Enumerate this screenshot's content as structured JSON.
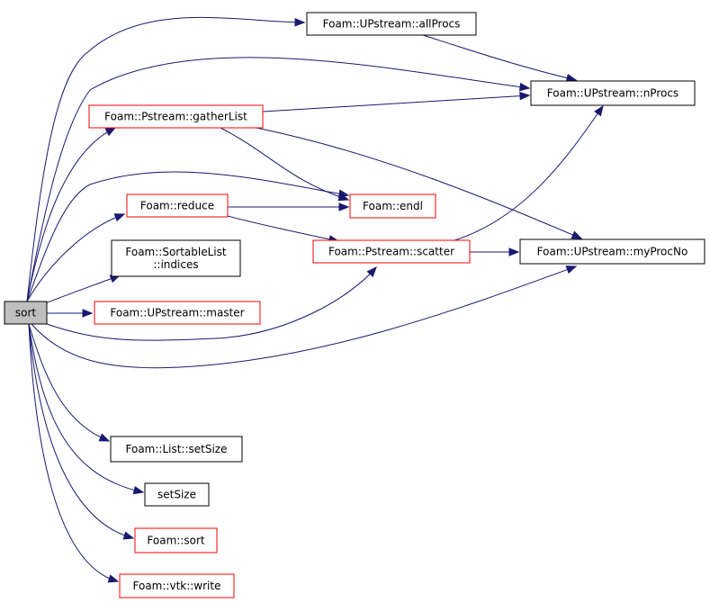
{
  "colors": {
    "edge": "#191970",
    "border_documented": "#000000",
    "border_undocumented": "#ff0000",
    "root_fill": "#bfbfbf",
    "node_fill": "#ffffff"
  },
  "nodes": [
    {
      "id": "sort_root",
      "lines": [
        "sort"
      ],
      "style": "root"
    },
    {
      "id": "allProcs",
      "lines": [
        "Foam::UPstream::allProcs"
      ],
      "style": "black"
    },
    {
      "id": "nProcs",
      "lines": [
        "Foam::UPstream::nProcs"
      ],
      "style": "black"
    },
    {
      "id": "gatherList",
      "lines": [
        "Foam::Pstream::gatherList"
      ],
      "style": "red"
    },
    {
      "id": "reduce",
      "lines": [
        "Foam::reduce"
      ],
      "style": "red"
    },
    {
      "id": "endl",
      "lines": [
        "Foam::endl"
      ],
      "style": "red"
    },
    {
      "id": "scatter",
      "lines": [
        "Foam::Pstream::scatter"
      ],
      "style": "red"
    },
    {
      "id": "myProcNo",
      "lines": [
        "Foam::UPstream::myProcNo"
      ],
      "style": "black"
    },
    {
      "id": "indices",
      "lines": [
        "Foam::SortableList",
        "::indices"
      ],
      "style": "black"
    },
    {
      "id": "master",
      "lines": [
        "Foam::UPstream::master"
      ],
      "style": "red"
    },
    {
      "id": "listSetSize",
      "lines": [
        "Foam::List::setSize"
      ],
      "style": "black"
    },
    {
      "id": "setSize",
      "lines": [
        "setSize"
      ],
      "style": "black"
    },
    {
      "id": "foamSort",
      "lines": [
        "Foam::sort"
      ],
      "style": "red"
    },
    {
      "id": "vtkWrite",
      "lines": [
        "Foam::vtk::write"
      ],
      "style": "red"
    }
  ],
  "edges": [
    {
      "from": "sort_root",
      "to": "allProcs"
    },
    {
      "from": "sort_root",
      "to": "nProcs"
    },
    {
      "from": "sort_root",
      "to": "gatherList"
    },
    {
      "from": "sort_root",
      "to": "endl"
    },
    {
      "from": "sort_root",
      "to": "reduce"
    },
    {
      "from": "sort_root",
      "to": "indices"
    },
    {
      "from": "sort_root",
      "to": "master"
    },
    {
      "from": "sort_root",
      "to": "scatter"
    },
    {
      "from": "sort_root",
      "to": "myProcNo"
    },
    {
      "from": "sort_root",
      "to": "listSetSize"
    },
    {
      "from": "sort_root",
      "to": "setSize"
    },
    {
      "from": "sort_root",
      "to": "foamSort"
    },
    {
      "from": "sort_root",
      "to": "vtkWrite"
    },
    {
      "from": "allProcs",
      "to": "nProcs"
    },
    {
      "from": "gatherList",
      "to": "nProcs"
    },
    {
      "from": "gatherList",
      "to": "endl"
    },
    {
      "from": "gatherList",
      "to": "myProcNo"
    },
    {
      "from": "reduce",
      "to": "endl"
    },
    {
      "from": "reduce",
      "to": "scatter"
    },
    {
      "from": "scatter",
      "to": "nProcs"
    },
    {
      "from": "scatter",
      "to": "myProcNo"
    }
  ]
}
